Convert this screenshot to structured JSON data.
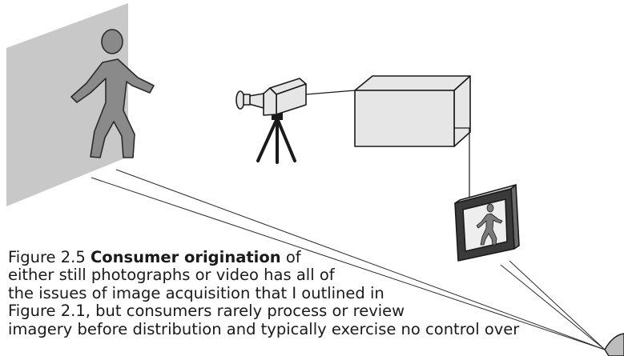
{
  "figure": {
    "elements": [
      "wall",
      "walking-person",
      "video-camera",
      "tripod",
      "processing-box",
      "display-monitor",
      "viewer-eye"
    ]
  },
  "caption": {
    "label": "Figure 2.5",
    "bold_text": "Consumer origination",
    "line1_rest": " of",
    "line2": "either still photographs or video has all of",
    "line3": "the issues of image acquisition that I outlined in",
    "line4": "Figure 2.1, but consumers rarely process or review",
    "line5": "imagery before distribution and typically exercise no control over"
  }
}
